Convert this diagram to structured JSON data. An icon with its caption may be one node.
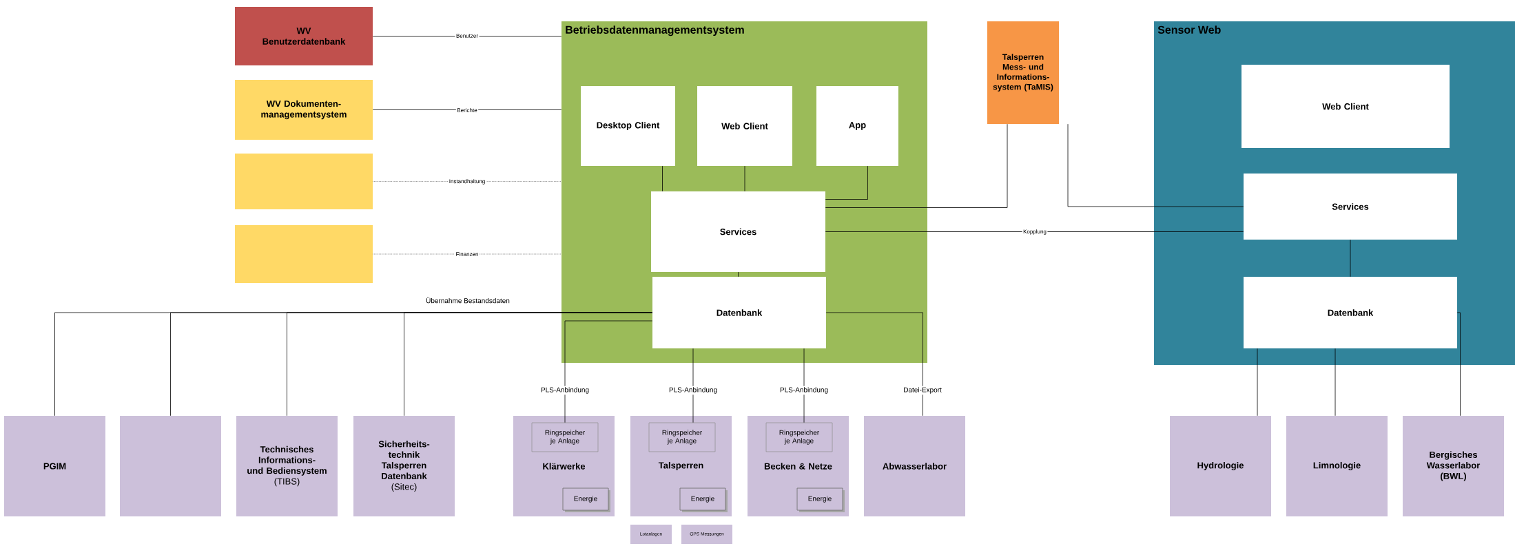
{
  "diagram": {
    "nodes": [
      {
        "text": [
          "WV Benutzerdatenbank"
        ]
      },
      {
        "text": [
          "WV Dokumenten- managementsystem"
        ]
      },
      {
        "text": [],
        "shape": "box"
      },
      {
        "text": [],
        "shape": "box"
      },
      {
        "text": [
          "Betriebsdatenmanagementsystem"
        ]
      },
      {
        "text": [
          "Desktop Client"
        ],
        "in": 4
      },
      {
        "text": [
          "Web Client"
        ],
        "in": 4
      },
      {
        "text": [
          "App"
        ],
        "in": 4
      },
      {
        "text": [
          "Services"
        ],
        "in": 4
      },
      {
        "text": [
          "Datenbank"
        ],
        "in": 4
      },
      {
        "text": [
          "Talsperren Mess- und Informations- system (TaMIS)"
        ]
      },
      {
        "text": [
          "Sensor Web"
        ]
      },
      {
        "text": [
          "Web Client"
        ],
        "in": 11
      },
      {
        "text": [
          "Services"
        ],
        "in": 11
      },
      {
        "text": [
          "Datenbank"
        ],
        "in": 11
      },
      {
        "text": [
          "PGIM"
        ]
      },
      {
        "text": [],
        "shape": "box"
      },
      {
        "text": [
          "Technisches Informations- und Bediensystem",
          "(TIBS)"
        ]
      },
      {
        "text": [
          "Sicherheits- technik Talsperren Datenbank",
          "(Sitec)"
        ]
      },
      {
        "text": [
          "Klärwerke"
        ]
      },
      {
        "text": [
          "Ringspeicher je Anlage"
        ],
        "in": 19
      },
      {
        "text": [
          "Energie"
        ],
        "in": 19
      },
      {
        "text": [
          "Talsperren"
        ]
      },
      {
        "text": [
          "Ringspeicher je Anlage"
        ],
        "in": 22
      },
      {
        "text": [
          "Energie"
        ],
        "in": 22
      },
      {
        "text": [
          "Becken & Netze"
        ]
      },
      {
        "text": [
          "Ringspeicher je Anlage"
        ],
        "in": 25
      },
      {
        "text": [
          "Energie"
        ],
        "in": 25
      },
      {
        "text": [
          "Abwasserlabor"
        ]
      },
      {
        "text": [
          "Hydrologie"
        ]
      },
      {
        "text": [
          "Limnologie"
        ]
      },
      {
        "text": [
          "Bergisches Wasserlabor (BWL)"
        ]
      },
      {
        "text": [
          "Lotanlagen"
        ]
      },
      {
        "text": [
          "GPS Messungen"
        ]
      }
    ],
    "edges": [
      {
        "from": 0,
        "to": 4,
        "arrow": "none",
        "label": "Benutzer"
      },
      {
        "from": 1,
        "to": 4,
        "arrow": "none",
        "label": "Berichte"
      },
      {
        "from": 2,
        "to": 4,
        "arrow": "none",
        "label": "Instandhaltung",
        "style": "dashed",
        "color": "#737373"
      },
      {
        "from": 3,
        "to": 4,
        "arrow": "none",
        "label": "Finanzen",
        "style": "dashed",
        "color": "#737373"
      },
      {
        "from": 5,
        "to": 8,
        "arrow": "none"
      },
      {
        "from": 6,
        "to": 8,
        "arrow": "none"
      },
      {
        "from": 7,
        "to": 8,
        "arrow": "none"
      },
      {
        "from": 8,
        "to": 9,
        "arrow": "none"
      },
      {
        "from": 10,
        "to": 8,
        "arrow": "none"
      },
      {
        "from": 10,
        "to": 13,
        "arrow": "none"
      },
      {
        "from": 8,
        "to": 13,
        "arrow": "none",
        "label": "Kopplung"
      },
      {
        "from": 13,
        "to": 14,
        "arrow": "none"
      },
      {
        "from": 9,
        "to": 15,
        "arrow": "none",
        "label": "Übernahme Bestandsdaten"
      },
      {
        "from": 9,
        "to": 16,
        "arrow": "none"
      },
      {
        "from": 9,
        "to": 17,
        "arrow": "none"
      },
      {
        "from": 9,
        "to": 18,
        "arrow": "none"
      },
      {
        "from": 9,
        "to": 20,
        "arrow": "none",
        "label": "PLS-Anbindung"
      },
      {
        "from": 9,
        "to": 23,
        "arrow": "none",
        "label": "PLS-Anbindung"
      },
      {
        "from": 9,
        "to": 26,
        "arrow": "none",
        "label": "PLS-Anbindung"
      },
      {
        "from": 9,
        "to": 28,
        "arrow": "none",
        "label": "Datei-Export"
      },
      {
        "from": 14,
        "to": 29,
        "arrow": "none"
      },
      {
        "from": 14,
        "to": 30,
        "arrow": "none"
      },
      {
        "from": 14,
        "to": 31,
        "arrow": "none"
      }
    ]
  }
}
